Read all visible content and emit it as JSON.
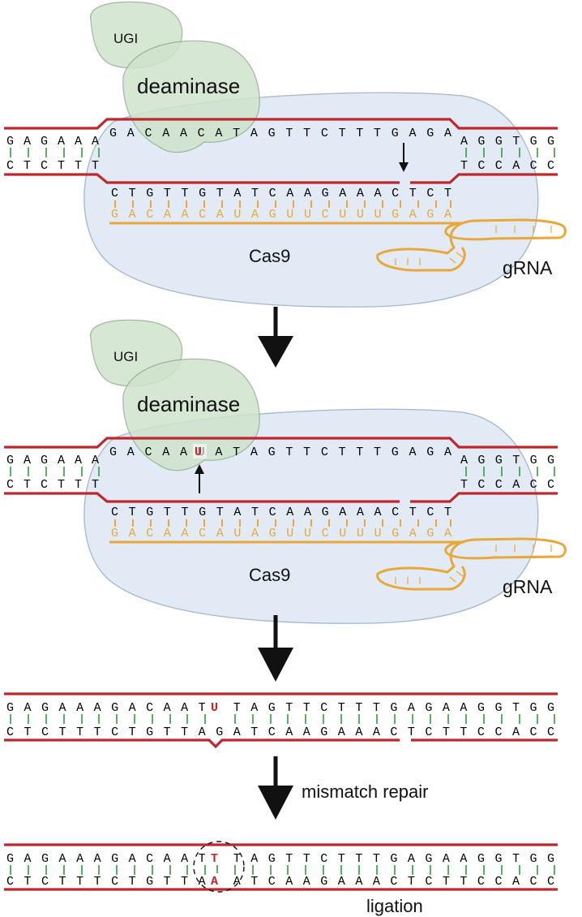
{
  "colors": {
    "strand": "#c0272d",
    "pair": "#2e9e3e",
    "rna": "#e8a838",
    "cas9_fill": "#dfe9f5",
    "cas9_stroke": "#9fb0c5",
    "protein_fill": "#cfe3cc",
    "protein_stroke": "#93ab90",
    "uracil": "#c0272d",
    "text": "#111111"
  },
  "labels": {
    "ugi": "UGI",
    "deaminase": "deaminase",
    "cas9": "Cas9",
    "grna": "gRNA",
    "mismatch_repair": "mismatch repair",
    "ligation": "ligation"
  },
  "panel1": {
    "top_left": "GAGAAA",
    "top_protospacer": "GACAACATAGTTCTTTGAGA",
    "top_right": "AGGTGG",
    "bottom_left": "CTCTTT",
    "bottom_right": "TCCACC",
    "target_strand": "CTGTTGTATCAAGAAACTCT",
    "guide_rna": "GACAACAUAGUUCUUUGAGA"
  },
  "panel2": {
    "top_left": "GAGAAA",
    "top_protospacer": "GACAAUATAGTTCTTTGAGA",
    "edited_base": "U",
    "top_right": "AGGTGG",
    "bottom_left": "CTCTTT",
    "bottom_right": "TCCACC",
    "target_strand": "CTGTTGTATCAAGAAACTCT",
    "guide_rna": "GACAACAUAGUUCUUUGAGA"
  },
  "panel3": {
    "top": "GAGAAAGACAATUTAGTTCTTTGAGAAGGTGG",
    "bottom": "CTCTTTCTGTTAGATCAAGAAACTCTTCCACC",
    "edited_base": "U"
  },
  "panel4": {
    "top": "GAGAAAGACAATTTAGTTCTTTGAGAAGGTGG",
    "bottom": "CTCTTTCTGTTAAATCAAGAAACTCTTCCACC",
    "edited_top": "T",
    "edited_bottom": "A"
  }
}
